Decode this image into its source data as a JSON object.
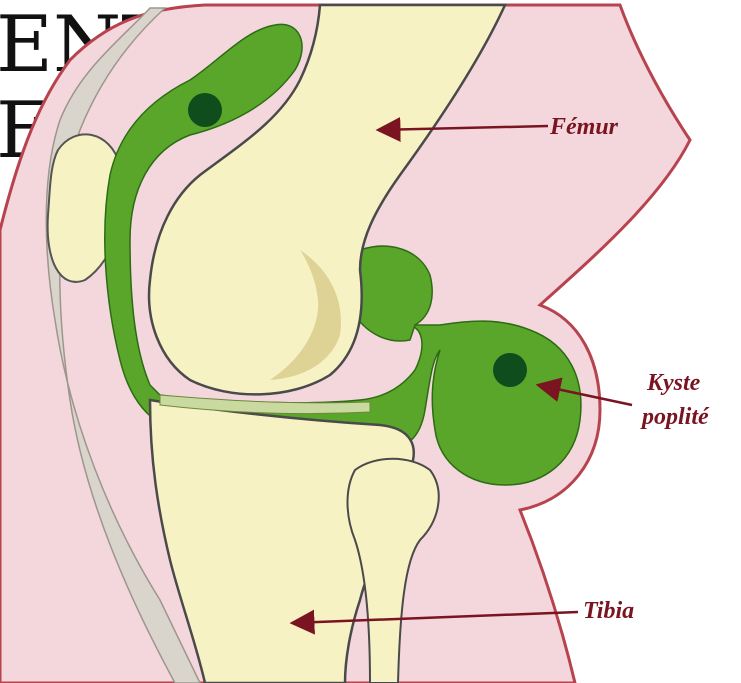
{
  "title_fragments": {
    "line1": "ENT",
    "line2": "E"
  },
  "labels": {
    "femur": "Fémur",
    "cyst_line1": "Kyste",
    "cyst_line2": "poplité",
    "tibia": "Tibia"
  },
  "colors": {
    "background": "#ffffff",
    "soft_tissue": "#f3d7dc",
    "bone": "#f7f2c4",
    "bone_shade": "#d8c98a",
    "synovial": "#5aa62a",
    "cyst_dot": "#0f4d1c",
    "label_and_arrow": "#7a1420",
    "ligament": "#d9d4cc"
  }
}
